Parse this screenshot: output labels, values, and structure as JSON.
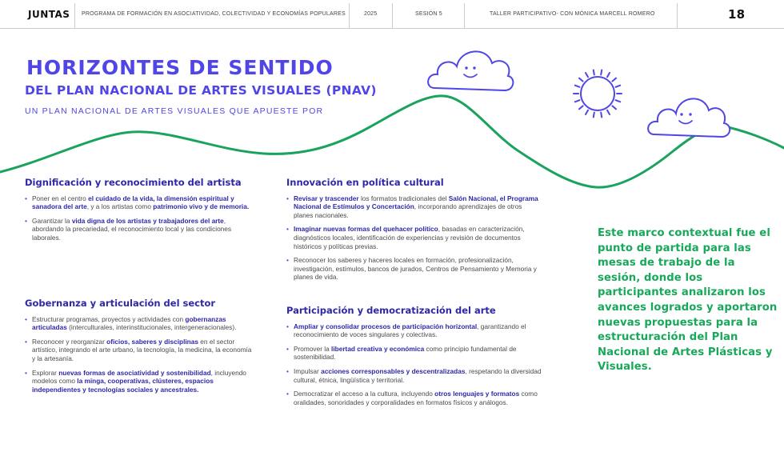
{
  "header": {
    "logo": "JUNTAS",
    "program": "PROGRAMA DE FORMACIÓN EN ASOCIATIVIDAD, COLECTIVIDAD Y ECONOMÍAS POPULARES",
    "year": "2025",
    "session": "SESIÓN 5",
    "workshop": "TALLER PARTICIPATIVO- CON MÓNICA MARCELL ROMERO",
    "page_number": "18"
  },
  "title": {
    "line1": "HORIZONTES DE SENTIDO",
    "line2": "DEL PLAN NACIONAL DE ARTES VISUALES (PNAV)",
    "subtitle": "UN PLAN NACIONAL DE ARTES VISUALES QUE APUESTE POR"
  },
  "sections": [
    {
      "heading": "Dignificación y reconocimiento del artista",
      "items": [
        [
          [
            "Poner en el centro ",
            false
          ],
          [
            "el cuidado de la vida, la dimensión espiritual y sanadora del arte",
            true
          ],
          [
            ", y a los artistas como ",
            false
          ],
          [
            "patrimonio vivo y de memoria.",
            true
          ]
        ],
        [
          [
            "Garantizar la ",
            false
          ],
          [
            "vida digna de los artistas y trabajadores del arte",
            true
          ],
          [
            ", abordando la precariedad, el reconocimiento local y las condiciones laborales.",
            false
          ]
        ]
      ]
    },
    {
      "heading": "Gobernanza y articulación del sector",
      "items": [
        [
          [
            "Estructurar programas, proyectos y actividades con ",
            false
          ],
          [
            "gobernanzas articuladas",
            true
          ],
          [
            " (interculturales, interinstitucionales, intergeneracionales).",
            false
          ]
        ],
        [
          [
            "Reconocer y reorganizar ",
            false
          ],
          [
            "oficios, saberes y disciplinas",
            true
          ],
          [
            " en el sector artístico, integrando el arte urbano, la tecnología, la medicina, la economía y la artesanía.",
            false
          ]
        ],
        [
          [
            "Explorar ",
            false
          ],
          [
            "nuevas formas de asociatividad y sostenibilidad",
            true
          ],
          [
            ", incluyendo modelos como ",
            false
          ],
          [
            "la minga, cooperativas, clústeres, espacios independientes y tecnologías sociales y ancestrales.",
            true
          ]
        ]
      ]
    },
    {
      "heading": "Innovación en política cultural",
      "items": [
        [
          [
            "Revisar y trascender",
            true
          ],
          [
            " los formatos tradicionales del ",
            false
          ],
          [
            "Salón Nacional, el Programa Nacional de Estímulos y Concertación",
            true
          ],
          [
            ", incorporando aprendizajes de otros planes nacionales.",
            false
          ]
        ],
        [
          [
            "Imaginar nuevas formas del quehacer político",
            true
          ],
          [
            ", basadas en caracterización, diagnósticos locales, identificación de experiencias y revisión de documentos históricos y políticas previas.",
            false
          ]
        ],
        [
          [
            "Reconocer los saberes y haceres locales en formación, profesionalización, investigación, estímulos, bancos de jurados, Centros de Pensamiento y Memoria y planes de vida.",
            false
          ]
        ]
      ]
    },
    {
      "heading": "Participación y democratización del arte",
      "items": [
        [
          [
            "Ampliar y consolidar procesos de participación horizontal",
            true
          ],
          [
            ", garantizando el reconocimiento de voces singulares y colectivas.",
            false
          ]
        ],
        [
          [
            "Promover la ",
            false
          ],
          [
            "libertad creativa y económica",
            true
          ],
          [
            " como principio fundamental de sostenibilidad.",
            false
          ]
        ],
        [
          [
            "Impulsar ",
            false
          ],
          [
            "acciones corresponsables y descentralizadas",
            true
          ],
          [
            ", respetando la diversidad cultural, étnica, lingüística y territorial.",
            false
          ]
        ],
        [
          [
            "Democratizar el acceso a la cultura, incluyendo ",
            false
          ],
          [
            "otros lenguajes y formatos",
            true
          ],
          [
            " como oralidades, sonoridades y corporalidades en formatos físicos y análogos.",
            false
          ]
        ]
      ]
    }
  ],
  "side_text": "Este marco contextual fue el  punto de partida para las mesas de trabajo de la sesión, donde los participantes analizaron los avances logrados y aportaron nuevas propuestas para la estructuración del Plan Nacional de Artes Plásticas y Visuales.",
  "colors": {
    "title_blue": "#5046e8",
    "heading_blue": "#2e28a8",
    "accent_green": "#17a859",
    "line_green": "#1aa35e"
  },
  "icons": [
    "smiling-cloud-icon",
    "sun-icon",
    "smiling-cloud-icon"
  ]
}
